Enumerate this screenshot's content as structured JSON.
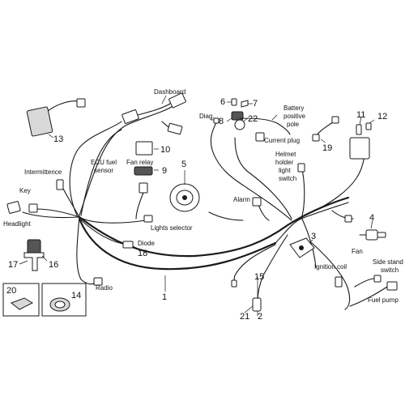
{
  "labels": {
    "dashboard": "Dashboard",
    "diag": "Diag.",
    "battery_positive_pole": [
      "Battery",
      "positive",
      "pole"
    ],
    "current_plug": "Current plug",
    "helmet_holder_light_switch": [
      "Helmet",
      "holder",
      "light",
      "switch"
    ],
    "ecu_fuel_sensor": [
      "ECU fuel",
      "sensor"
    ],
    "fan_relay": "Fan relay",
    "intermittence": "Intermittence",
    "key": "Key",
    "headlight": "Headlight",
    "alarm": "Alarm",
    "lights_selector": "Lights selector",
    "diode": "Diode",
    "radio": "Radio",
    "ignition_coil": "Ignition coil",
    "fan": "Fan",
    "side_stand_switch": [
      "Side stand",
      "switch"
    ],
    "fuel_pump": "Fuel pump"
  },
  "numbers": {
    "n1": "1",
    "n2": "2",
    "n3": "3",
    "n4": "4",
    "n5": "5",
    "n6": "6",
    "n7": "7",
    "n8": "8",
    "n9": "9",
    "n10": "10",
    "n11": "11",
    "n12": "12",
    "n13": "13",
    "n14": "14",
    "n15": "15",
    "n16": "16",
    "n17": "17",
    "n18": "18",
    "n19": "19",
    "n20": "20",
    "n21": "21",
    "n22": "22"
  }
}
